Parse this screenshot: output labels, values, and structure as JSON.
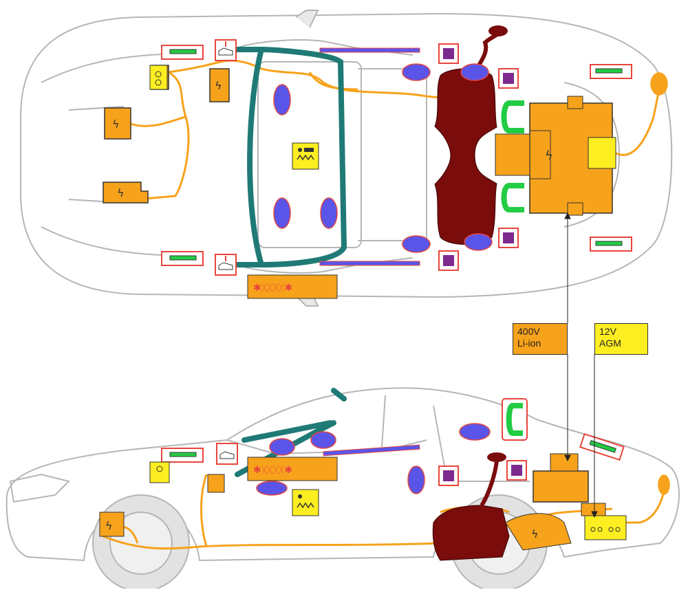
{
  "colors": {
    "body_outline": "#b5b5b5",
    "high_voltage": "#f7a21b",
    "fuel_tank": "#7a0c0c",
    "rollover_bar": "#1f7a76",
    "airbag": "#5a55e8",
    "airbag_edge": "#e8453c",
    "seatbelt_tensioner": "#22cc44",
    "crash_sensor": "#7d2a8f",
    "gas_spring_label": "#fcee21",
    "battery_12v": "#fcee21"
  },
  "icons": {
    "high_voltage": "lightning-bolt-icon",
    "gas_pressure_spring": "gas-spring-icon",
    "rollover_protection": "rollover-icon",
    "crash_sensor": "sensor-square-icon"
  },
  "callouts": {
    "battery_400v": {
      "line1": "400V",
      "line2": "Li-ion"
    },
    "battery_12v": {
      "line1": "12V",
      "line2": "AGM"
    }
  }
}
